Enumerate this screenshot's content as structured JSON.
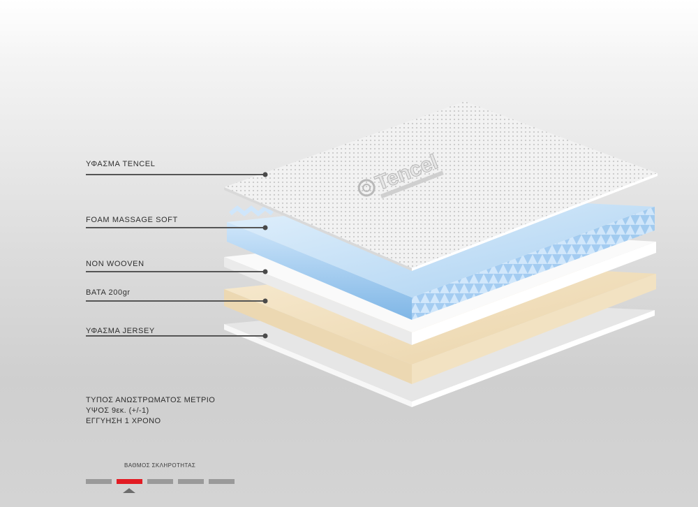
{
  "layers": [
    {
      "label": "ΥΦΑΣΜΑ TENCEL"
    },
    {
      "label": "FOAM MASSAGE SOFT"
    },
    {
      "label": "NON WOOVEN"
    },
    {
      "label": "BATA 200gr"
    },
    {
      "label": "ΥΦΑΣΜΑ JERSEY"
    }
  ],
  "logo_text": "Tencel",
  "specs": {
    "type": "ΤΥΠΟΣ ΑΝΩΣΤΡΩΜΑΤΟΣ ΜΕΤΡΙΟ",
    "height": "ΥΨΟΣ 9εκ. (+/-1)",
    "warranty": "ΕΓΓΥΗΣΗ 1 ΧΡΟΝΟ"
  },
  "hardness": {
    "title": "ΒΑΘΜΟΣ ΣΚΛΗΡΟΤΗΤΑΣ",
    "levels": 5,
    "selected_level": 2
  },
  "colors": {
    "hardness_active": "#e21b23",
    "hardness_inactive": "#9a9a9a",
    "foam_blue": "#8fc3ec",
    "wadding_beige": "#f0dcb4"
  }
}
